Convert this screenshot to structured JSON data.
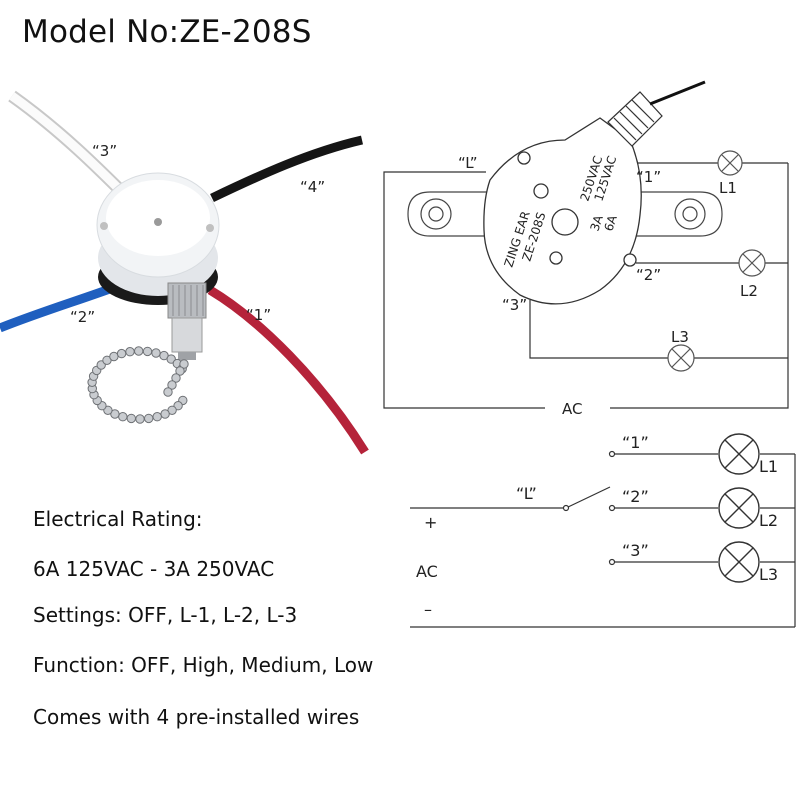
{
  "title": "Model No:ZE-208S",
  "specs": {
    "rating_heading": "Electrical Rating:",
    "rating": "6A 125VAC - 3A 250VAC",
    "settings": "Settings: OFF, L-1, L-2, L-3",
    "function": "Function: OFF, High, Medium, Low",
    "wires": "Comes with 4 pre-installed wires"
  },
  "photo": {
    "wire_labels": [
      "“3”",
      "“4”",
      "“2”",
      "“1”"
    ],
    "wire_colors": {
      "3": "#f6f6f6",
      "4": "#151515",
      "2": "#1f5fbf",
      "1": "#b5233a"
    }
  },
  "switch_diagram": {
    "terminal_labels": [
      "“L”",
      "“1”",
      "“2”",
      "“3”"
    ],
    "lamps": [
      "L1",
      "L2",
      "L3"
    ],
    "supply": "AC",
    "housing_print": [
      "ZING EAR",
      "ZE-208S",
      "3A",
      "250VAC",
      "6A",
      "125VAC"
    ]
  },
  "schematic": {
    "switch_label": "“L”",
    "positions": [
      "“1”",
      "“2”",
      "“3”"
    ],
    "lamps": [
      "L1",
      "L2",
      "L3"
    ],
    "supply": "AC",
    "plus": "+",
    "minus": "–"
  }
}
